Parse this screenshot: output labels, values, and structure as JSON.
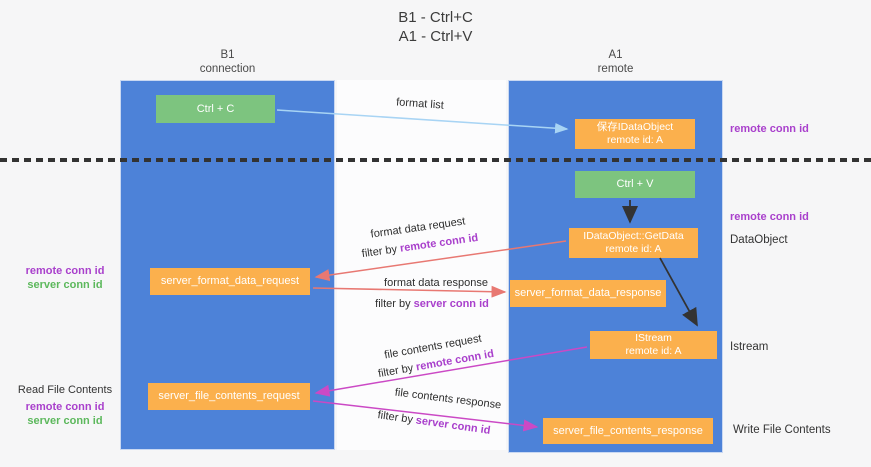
{
  "title": {
    "line1": "B1 - Ctrl+C",
    "line2": "A1 - Ctrl+V"
  },
  "lanes": {
    "left": {
      "title": "B1",
      "subtitle": "connection"
    },
    "right": {
      "title": "A1",
      "subtitle": "remote"
    }
  },
  "nodes": {
    "ctrl_c": {
      "label": "Ctrl + C"
    },
    "ctrl_v": {
      "label": "Ctrl + V"
    },
    "save_idataobject": {
      "line1": "保存IDataObject",
      "line2": "remote id: A"
    },
    "getdata": {
      "line1": "IDataObject::GetData",
      "line2": "remote id: A"
    },
    "istream": {
      "line1": "IStream",
      "line2": "remote id: A"
    },
    "format_request": {
      "label": "server_format_data_request"
    },
    "format_response": {
      "label": "server_format_data_response"
    },
    "file_request": {
      "label": "server_file_contents_request"
    },
    "file_response": {
      "label": "server_file_contents_response"
    }
  },
  "annotations": {
    "remote_conn_id": "remote conn id",
    "server_conn_id": "server conn id",
    "dataobject": "DataObject",
    "istream": "Istream",
    "read_file_contents": "Read File Contents",
    "write_file_contents": "Write File Contents"
  },
  "edges": {
    "format_list": {
      "label": "format list"
    },
    "format_data_request": {
      "label": "format data request",
      "filter_prefix": "filter by ",
      "filter_key": "remote conn id"
    },
    "format_data_response": {
      "label": "format data response",
      "filter_prefix": "filter by ",
      "filter_key": "server conn id"
    },
    "file_contents_request": {
      "label": "file contents request",
      "filter_prefix": "filter by ",
      "filter_key": "remote conn id"
    },
    "file_contents_response": {
      "label": "file contents response",
      "filter_prefix": "filter by ",
      "filter_key": "server conn id"
    }
  },
  "colors": {
    "lane_blue": "#4d82d8",
    "node_green": "#7dc47f",
    "node_orange": "#fbb04d",
    "arrow_salmon": "#e87872",
    "arrow_magenta": "#cb49c5",
    "arrow_lightblue": "#a8d4f4",
    "arrow_black": "#333333",
    "text_purple": "#a940cc",
    "text_green": "#5cb85c"
  }
}
